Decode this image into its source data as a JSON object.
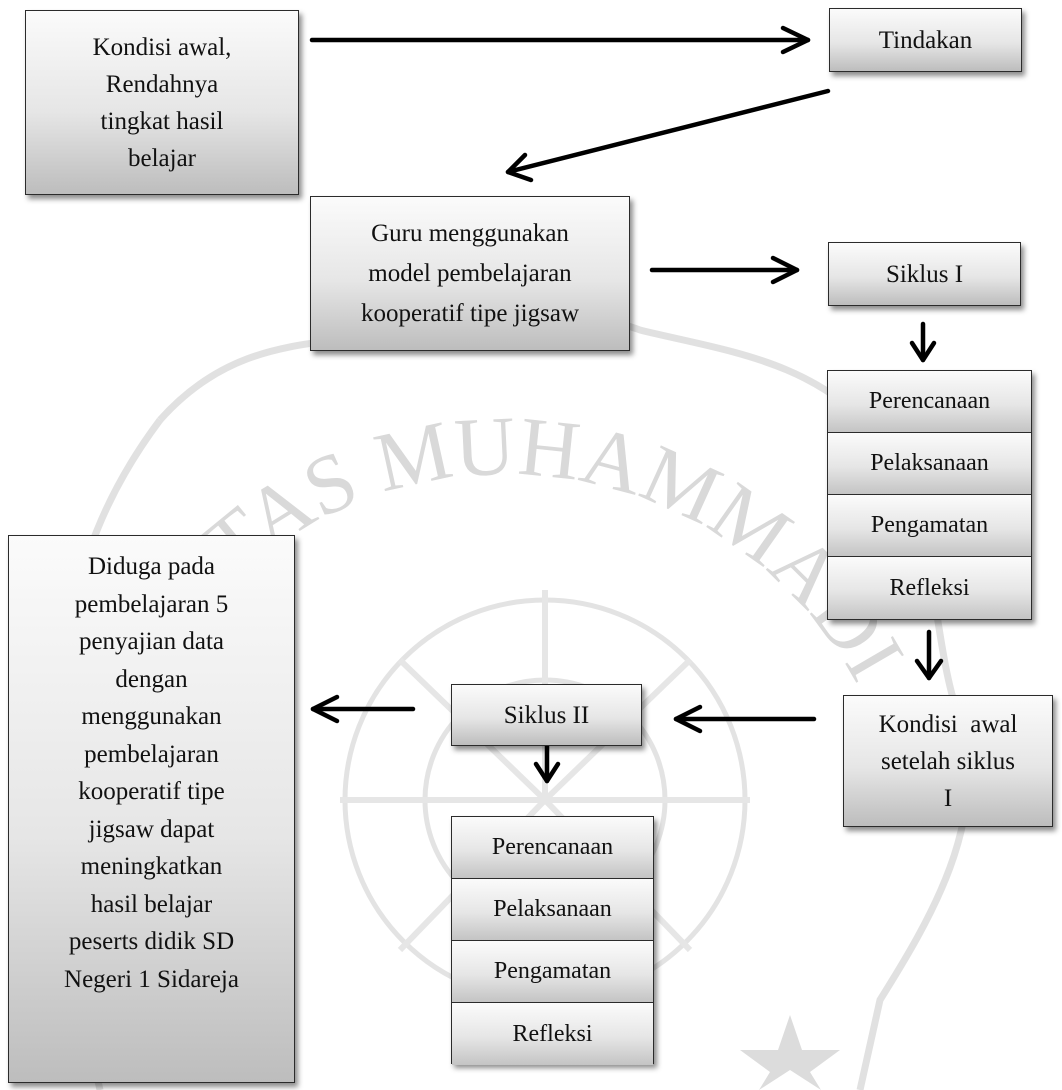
{
  "start": {
    "lines": [
      "Kondisi awal,",
      "Rendahnya",
      "tingkat hasil",
      "belajar"
    ]
  },
  "tindakan": {
    "label": "Tindakan"
  },
  "guru": {
    "lines": [
      "Guru menggunakan",
      "model pembelajaran",
      "kooperatif tipe jigsaw"
    ]
  },
  "siklus1": {
    "label": "Siklus I",
    "steps": [
      "Perencanaan",
      "Pelaksanaan",
      "Pengamatan",
      "Refleksi"
    ]
  },
  "kondisi_setelah": {
    "lines": [
      "Kondisi  awal",
      "setelah siklus",
      "I"
    ]
  },
  "siklus2": {
    "label": "Siklus II",
    "steps": [
      "Perencanaan",
      "Pelaksanaan",
      "Pengamatan",
      "Refleksi"
    ]
  },
  "hipotesis": {
    "lines": [
      "Diduga pada",
      "pembelajaran 5",
      "penyajian data",
      "dengan",
      "menggunakan",
      "pembelajaran",
      "kooperatif tipe",
      "jigsaw dapat",
      "meningkatkan",
      "hasil belajar",
      "peserts didik SD",
      "Negeri 1 Sidareja"
    ]
  },
  "watermark": {
    "text": "TAS MUHAMMADIYAH",
    "color": "#d9d9d9"
  }
}
